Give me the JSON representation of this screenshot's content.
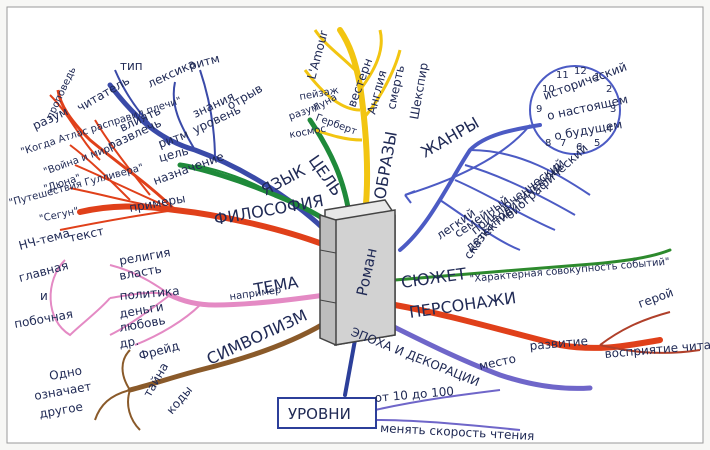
{
  "center": {
    "title": "Роман"
  },
  "levels_box": "УРОВНИ",
  "colors": {
    "purpose": "#1f8a3a",
    "language": "#3a4aa8",
    "philosophy": "#e0401a",
    "images": "#f2c511",
    "genres": "#4c5bc4",
    "plot": "#2d8a2d",
    "characters": "#e0401a",
    "theme": "#e48ac4",
    "symbolism": "#8a5a2a",
    "epoch": "#6f66c9",
    "levels": "#2c3f9a"
  },
  "branches": {
    "language": {
      "label": "ЯЗЫК",
      "sub": [
        "тип",
        "лексика",
        "ритм",
        "отрыв",
        "знания",
        "уровень"
      ]
    },
    "purpose": {
      "label": "ЦЕЛЬ",
      "sub": [
        "ритм",
        "цель",
        "назначение",
        "влиять",
        "развлечь",
        "читатель"
      ]
    },
    "philosophy": {
      "label": "ФИЛОСОФИЯ",
      "sub": [
        "разум",
        "примеры",
        "текст",
        "НЧ-тема"
      ],
      "examples": [
        "\"Когда Атлас расправил плечи\"",
        "\"Война и мир\"",
        "\"Дюна\"",
        "\"Путешествия Гулливера\"",
        "\"Сегун\""
      ],
      "extra": "проповедь"
    },
    "images": {
      "label": "ОБРАЗЫ",
      "sub": [
        "Шекспир",
        "смерть",
        "Англия",
        "вестерн",
        "L'Amour",
        "Герберт",
        "космос",
        "разум",
        "пейзаж",
        "Луна"
      ]
    },
    "genres": {
      "label": "ЖАНРЫ",
      "sub": [
        "биографический",
        "политический",
        "приключенческий",
        "семейный",
        "детектив",
        "легкий",
        "сказка"
      ],
      "circle": [
        "исторический",
        "о настоящем",
        "о будущем"
      ],
      "clock": [
        "12",
        "1",
        "2",
        "3",
        "4",
        "5",
        "6",
        "7",
        "8",
        "9",
        "10",
        "11"
      ]
    },
    "plot": {
      "label": "СЮЖЕТ",
      "note": "\"Характерная совокупность событий\""
    },
    "characters": {
      "label": "ПЕРСОНАЖИ",
      "sub": [
        "развитие",
        "герой",
        "восприятие чита"
      ]
    },
    "theme": {
      "label": "ТЕМА",
      "connector": "например",
      "items": [
        "религия",
        "власть",
        "политика",
        "деньги",
        "любовь",
        "др."
      ],
      "sides": [
        "главная",
        "и",
        "побочная"
      ]
    },
    "symbolism": {
      "label": "СИМВОЛИЗМ",
      "items": [
        "Фрейд",
        "тайна",
        "коды"
      ],
      "note": [
        "Одно",
        "означает",
        "другое"
      ]
    },
    "epoch": {
      "label": "ЭПОХА И ДЕКОРАЦИИ",
      "sub": "место"
    },
    "levels": {
      "items": [
        "от 10 до 100",
        "менять скорость чтения"
      ]
    }
  }
}
